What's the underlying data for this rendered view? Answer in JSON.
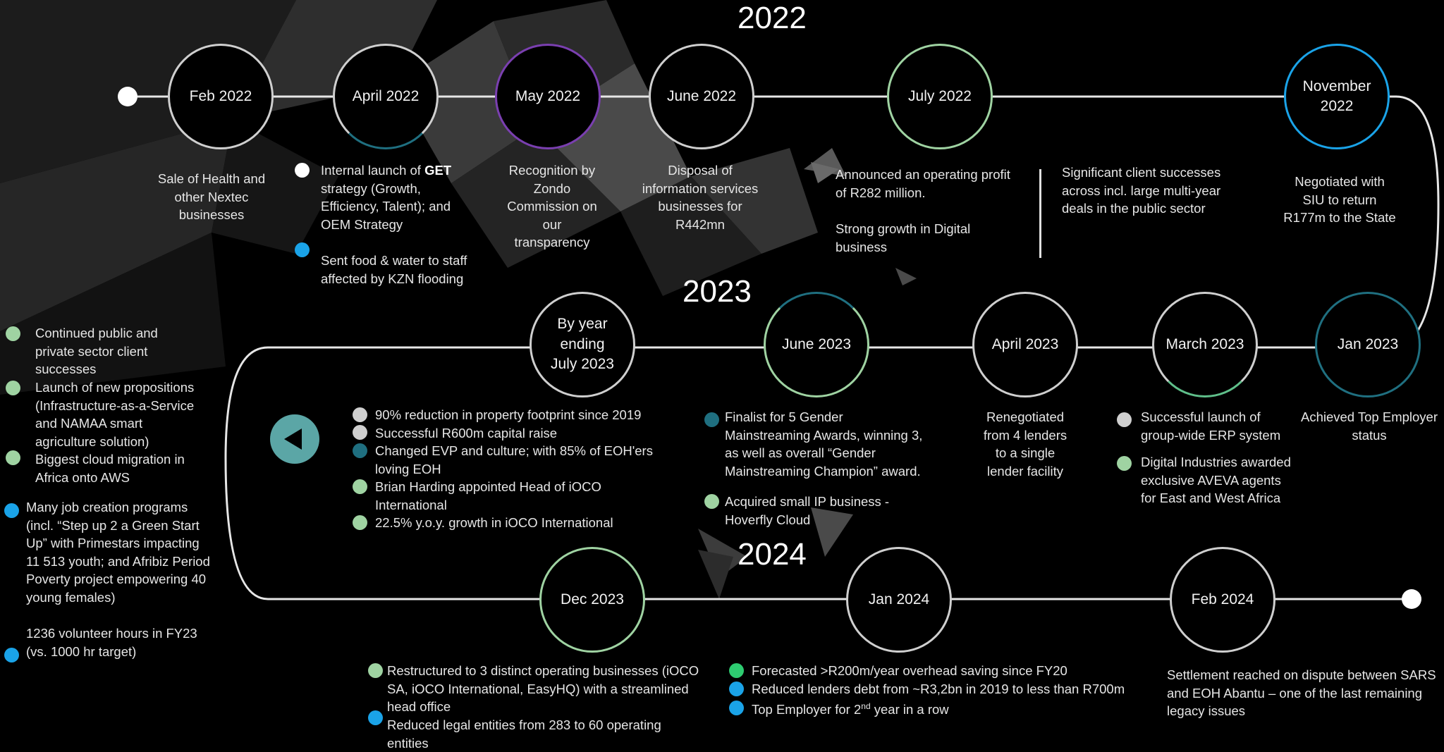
{
  "colors": {
    "white": "#ffffff",
    "grey": "#cfcfcf",
    "teal": "#1f6f80",
    "purple": "#7a3fb0",
    "light_green": "#9fd3a2",
    "green": "#2ecc71",
    "blue": "#1aa3e8",
    "back_button": "#5ba6a6"
  },
  "years": {
    "y2022": "2022",
    "y2023": "2023",
    "y2024": "2024"
  },
  "nodes_2022": {
    "feb": "Feb 2022",
    "april": "April 2022",
    "may": "May 2022",
    "june": "June 2022",
    "july": "July 2022",
    "november_1": "November",
    "november_2": "2022"
  },
  "nodes_2023": {
    "by_year_1": "By year",
    "by_year_2": "ending",
    "by_year_3": "July 2023",
    "june": "June 2023",
    "april": "April 2023",
    "march": "March 2023",
    "jan": "Jan 2023"
  },
  "nodes_2024": {
    "dec": "Dec 2023",
    "jan": "Jan 2024",
    "feb": "Feb 2024"
  },
  "texts_2022": {
    "feb": [
      "Sale of Health and",
      "other Nextec",
      "businesses"
    ],
    "april_get_prefix": "Internal launch of ",
    "april_get_bold": "GET",
    "april_get_rest": [
      "strategy (Growth,",
      "Efficiency, Talent); and",
      "OEM Strategy"
    ],
    "april_food": [
      "Sent food & water to staff",
      "affected by KZN flooding"
    ],
    "may": [
      "Recognition by",
      "Zondo",
      "Commission on",
      "our",
      "transparency"
    ],
    "june": [
      "Disposal of",
      "information services",
      "businesses for",
      "R442mn"
    ],
    "july_1": [
      "Announced an operating profit",
      "of R282 million."
    ],
    "july_2": [
      "Strong growth in Digital",
      "business"
    ],
    "july_3": [
      "Significant client successes",
      "across incl. large multi-year",
      "deals in the public sector"
    ],
    "november": [
      "Negotiated with",
      "SIU to return",
      "R177m to the State"
    ]
  },
  "texts_left": {
    "l1": [
      "Continued public and",
      "private sector client",
      "successes"
    ],
    "l2": [
      "Launch of new propositions",
      "(Infrastructure-as-a-Service",
      "and NAMAA smart",
      "agriculture solution)"
    ],
    "l3": [
      "Biggest cloud migration in",
      "Africa onto AWS"
    ],
    "l4": [
      "Many job creation programs",
      "(incl. “Step up 2 a Green Start",
      "Up” with Primestars impacting",
      "11 513 youth; and Afribiz Period",
      "Poverty project empowering 40",
      "young females)"
    ],
    "l5": [
      "1236 volunteer hours in FY23",
      "(vs. 1000 hr target)"
    ]
  },
  "texts_2023": {
    "by_year": [
      "90% reduction in property footprint since 2019",
      "Successful R600m capital raise",
      "Changed EVP and culture; with 85% of EOH'ers",
      "loving EOH",
      "Brian Harding appointed Head of iOCO",
      "International",
      "22.5% y.o.y. growth in iOCO International"
    ],
    "june_1": [
      "Finalist for 5 Gender",
      "Mainstreaming Awards, winning 3,",
      "as well as overall “Gender",
      "Mainstreaming Champion” award."
    ],
    "june_2": [
      "Acquired small IP business -",
      "Hoverfly Cloud"
    ],
    "april": [
      "Renegotiated",
      "from 4 lenders",
      "to a single",
      "lender facility"
    ],
    "march_1": [
      "Successful launch of",
      "group-wide ERP system"
    ],
    "march_2": [
      "Digital Industries awarded",
      "exclusive AVEVA agents",
      "for East and West Africa"
    ],
    "jan": [
      "Achieved Top Employer",
      "status"
    ]
  },
  "texts_2024": {
    "dec_1": [
      "Restructured to 3 distinct operating businesses (iOCO",
      "SA, iOCO International, EasyHQ) with a streamlined",
      "head office"
    ],
    "dec_2": [
      "Reduced legal entities from 283 to 60 operating",
      "entities"
    ],
    "jan_1": "Forecasted >R200m/year overhead saving since FY20",
    "jan_2": "Reduced lenders debt from ~R3,2bn in 2019 to less than R700m",
    "jan_3_prefix": "Top Employer for 2",
    "jan_3_sup": "nd",
    "jan_3_rest": " year in a row",
    "feb": [
      "Settlement reached on dispute between SARS",
      "and EOH Abantu – one of the last remaining",
      "legacy issues"
    ]
  }
}
